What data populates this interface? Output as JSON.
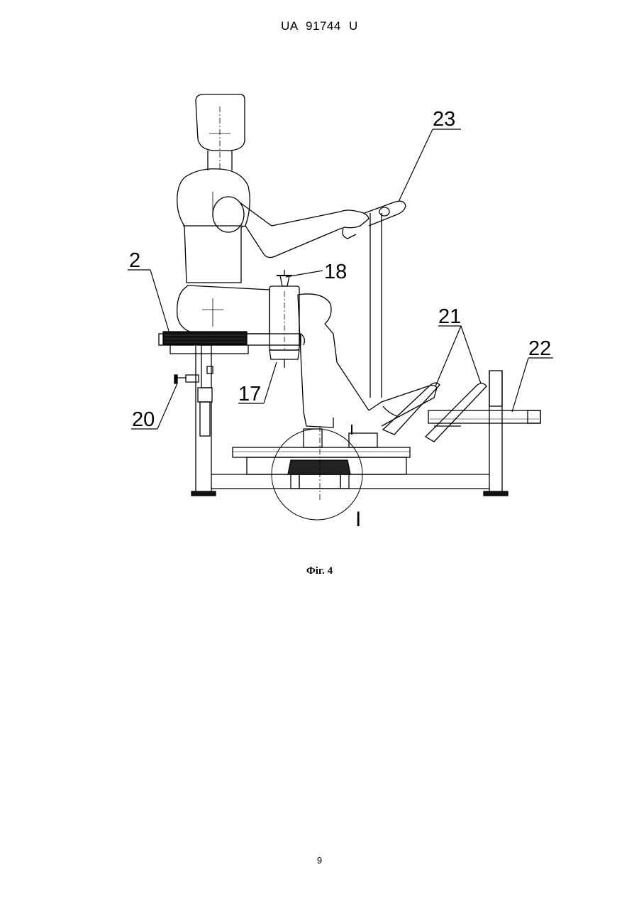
{
  "header": {
    "patent_number": "UA   91744   U"
  },
  "figure": {
    "callouts": {
      "c2": "2",
      "c17": "17",
      "c18": "18",
      "c20": "20",
      "c21": "21",
      "c22": "22",
      "c23": "23"
    },
    "detail_marker": "I"
  },
  "caption": "Фіг. 4",
  "page_number": "9"
}
